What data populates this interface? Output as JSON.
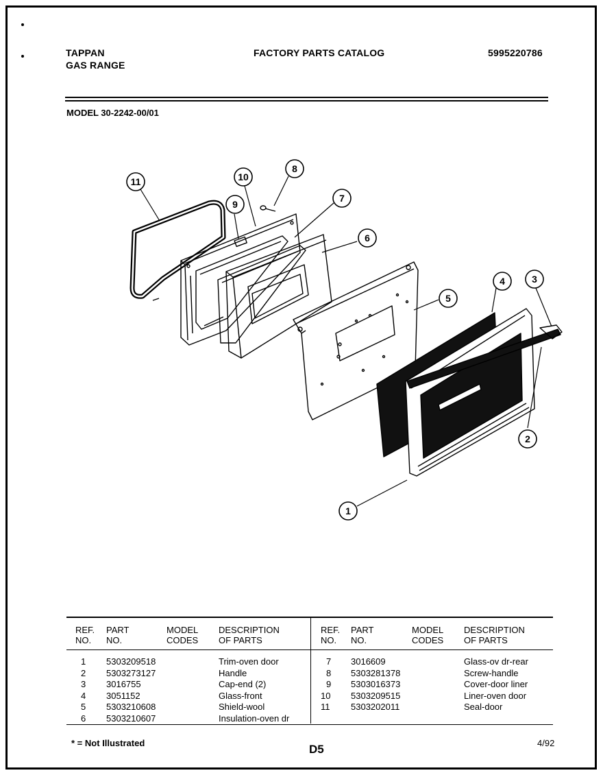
{
  "header": {
    "brand": "TAPPAN",
    "product": "GAS RANGE",
    "catalog_title": "FACTORY PARTS CATALOG",
    "catalog_number": "5995220786"
  },
  "model_line": "MODEL 30-2242-00/01",
  "diagram": {
    "callouts": [
      "1",
      "2",
      "3",
      "4",
      "5",
      "6",
      "7",
      "8",
      "9",
      "10",
      "11"
    ]
  },
  "table": {
    "headers": {
      "ref_1": "REF.",
      "ref_2": "NO.",
      "part_1": "PART",
      "part_2": "NO.",
      "model_1": "MODEL",
      "model_2": "CODES",
      "desc_1": "DESCRIPTION",
      "desc_2": "OF PARTS"
    },
    "left_rows": [
      {
        "ref": "1",
        "part": "5303209518",
        "codes": "",
        "desc": "Trim-oven door"
      },
      {
        "ref": "2",
        "part": "5303273127",
        "codes": "",
        "desc": "Handle"
      },
      {
        "ref": "3",
        "part": "3016755",
        "codes": "",
        "desc": "Cap-end (2)"
      },
      {
        "ref": "4",
        "part": "3051152",
        "codes": "",
        "desc": "Glass-front"
      },
      {
        "ref": "5",
        "part": "5303210608",
        "codes": "",
        "desc": "Shield-wool"
      },
      {
        "ref": "6",
        "part": "5303210607",
        "codes": "",
        "desc": "Insulation-oven dr"
      }
    ],
    "right_rows": [
      {
        "ref": "7",
        "part": "3016609",
        "codes": "",
        "desc": "Glass-ov dr-rear"
      },
      {
        "ref": "8",
        "part": "5303281378",
        "codes": "",
        "desc": "Screw-handle"
      },
      {
        "ref": "9",
        "part": "5303016373",
        "codes": "",
        "desc": "Cover-door liner"
      },
      {
        "ref": "10",
        "part": "5303209515",
        "codes": "",
        "desc": "Liner-oven door"
      },
      {
        "ref": "11",
        "part": "5303202011",
        "codes": "",
        "desc": "Seal-door"
      }
    ]
  },
  "footer": {
    "note": "* = Not Illustrated",
    "page": "D5",
    "date": "4/92"
  }
}
